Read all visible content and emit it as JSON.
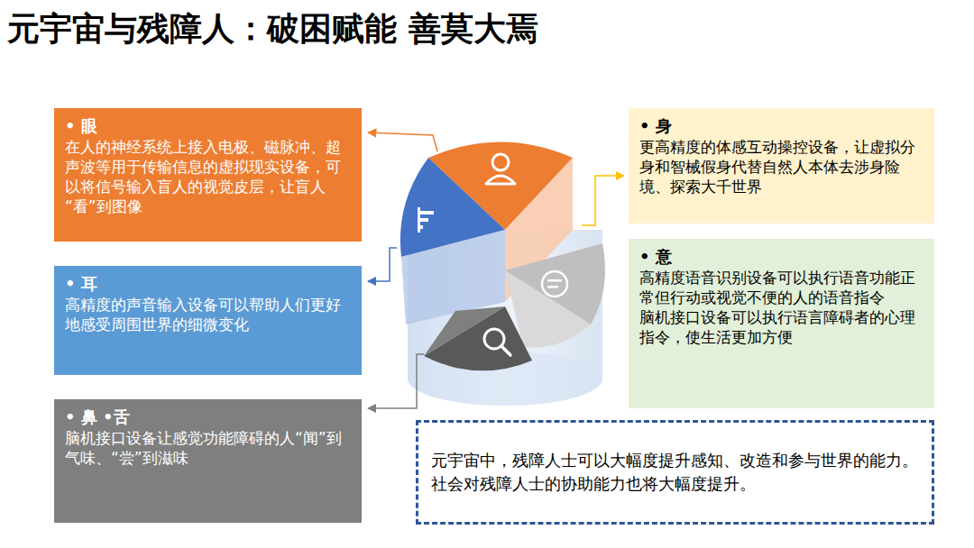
{
  "diagram": {
    "title": "元宇宙与残障人：破困赋能 善莫大焉",
    "nodes": [
      {
        "text": [
          "• 眼",
          "在人的神经系统上接入电极、磁脉冲、超声波等用于传输信息的虚拟现实设备，可以将信号输入盲人的视觉皮层，让盲人“看”到图像"
        ]
      },
      {
        "text": [
          "• 身",
          "更高精度的体感互动操控设备，让虚拟分身和智械假身代替自然人本体去涉身险境、探索大千世界"
        ]
      },
      {
        "text": [
          "• 耳",
          "高精度的声音输入设备可以帮助人们更好地感受周围世界的细微变化"
        ]
      },
      {
        "text": [
          "• 意",
          "高精度语音识别设备可以执行语音功能正常但行动或视觉不便的人的语音指令",
          "脑机接口设备可以执行语言障碍者的心理指令，使生活更加方便"
        ]
      },
      {
        "text": [
          "• 鼻 •舌",
          "脑机接口设备让感觉功能障碍的人“闻”到气味、“尝”到滋味"
        ]
      },
      {
        "text": [
          "元宇宙中，残障人士可以大幅度提升感知、改造和参与世界的能力。社会对残障人士的协助能力也将大幅度提升。"
        ]
      }
    ]
  }
}
